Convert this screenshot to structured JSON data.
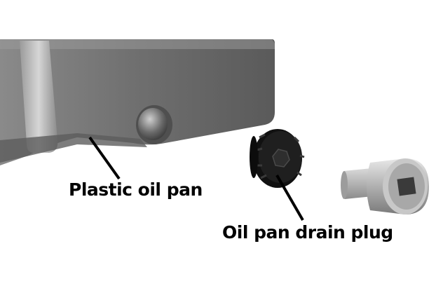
{
  "labels": {
    "oil_pan": "Plastic oil pan",
    "drain_plug": "Oil pan drain plug"
  },
  "colors": {
    "background": "#ffffff",
    "pan_body": "#6e6e6e",
    "pan_highlight": "#bdbdbd",
    "plug": "#1c1c1c",
    "socket": "#b9b9b9",
    "leader_line": "#000000"
  },
  "components": [
    "oil-pan",
    "drain-plug",
    "drive-socket"
  ]
}
